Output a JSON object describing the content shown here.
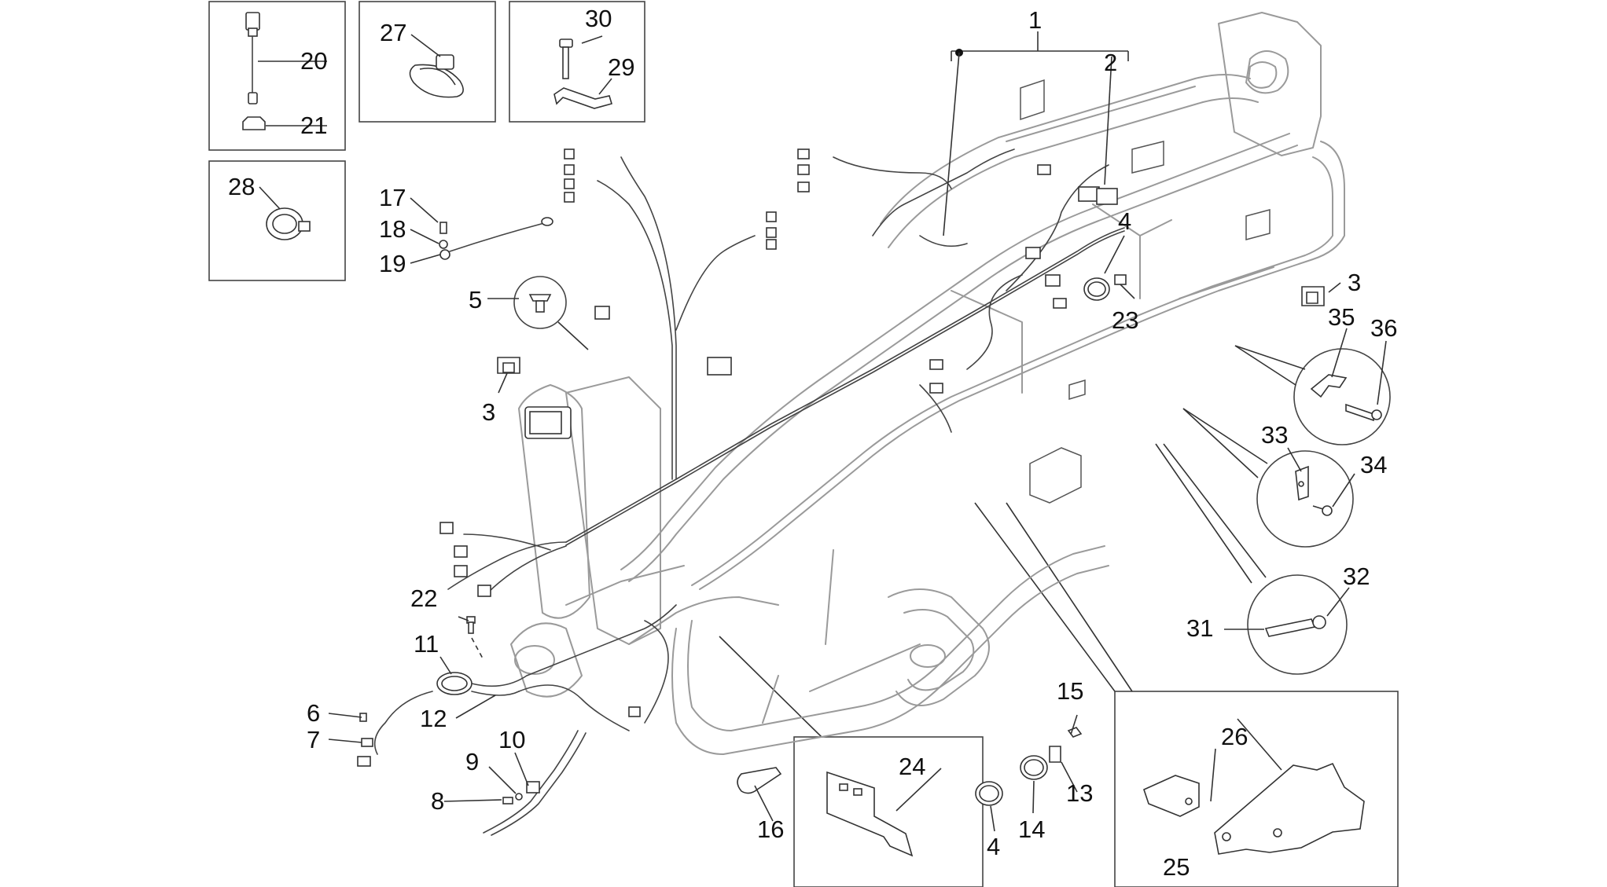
{
  "diagram": {
    "callouts": [
      {
        "id": "c1",
        "text": "1"
      },
      {
        "id": "c2",
        "text": "2"
      },
      {
        "id": "c3a",
        "text": "3"
      },
      {
        "id": "c3b",
        "text": "3"
      },
      {
        "id": "c4a",
        "text": "4"
      },
      {
        "id": "c4b",
        "text": "4"
      },
      {
        "id": "c5",
        "text": "5"
      },
      {
        "id": "c6",
        "text": "6"
      },
      {
        "id": "c7",
        "text": "7"
      },
      {
        "id": "c8",
        "text": "8"
      },
      {
        "id": "c9",
        "text": "9"
      },
      {
        "id": "c10",
        "text": "10"
      },
      {
        "id": "c11",
        "text": "11"
      },
      {
        "id": "c12",
        "text": "12"
      },
      {
        "id": "c13",
        "text": "13"
      },
      {
        "id": "c14",
        "text": "14"
      },
      {
        "id": "c15",
        "text": "15"
      },
      {
        "id": "c16",
        "text": "16"
      },
      {
        "id": "c17",
        "text": "17"
      },
      {
        "id": "c18",
        "text": "18"
      },
      {
        "id": "c19",
        "text": "19"
      },
      {
        "id": "c20",
        "text": "20"
      },
      {
        "id": "c21",
        "text": "21"
      },
      {
        "id": "c22",
        "text": "22"
      },
      {
        "id": "c23",
        "text": "23"
      },
      {
        "id": "c24",
        "text": "24"
      },
      {
        "id": "c25",
        "text": "25"
      },
      {
        "id": "c26",
        "text": "26"
      },
      {
        "id": "c27",
        "text": "27"
      },
      {
        "id": "c28",
        "text": "28"
      },
      {
        "id": "c29",
        "text": "29"
      },
      {
        "id": "c30",
        "text": "30"
      },
      {
        "id": "c31",
        "text": "31"
      },
      {
        "id": "c32",
        "text": "32"
      },
      {
        "id": "c33",
        "text": "33"
      },
      {
        "id": "c34",
        "text": "34"
      },
      {
        "id": "c35",
        "text": "35"
      },
      {
        "id": "c36",
        "text": "36"
      }
    ]
  }
}
